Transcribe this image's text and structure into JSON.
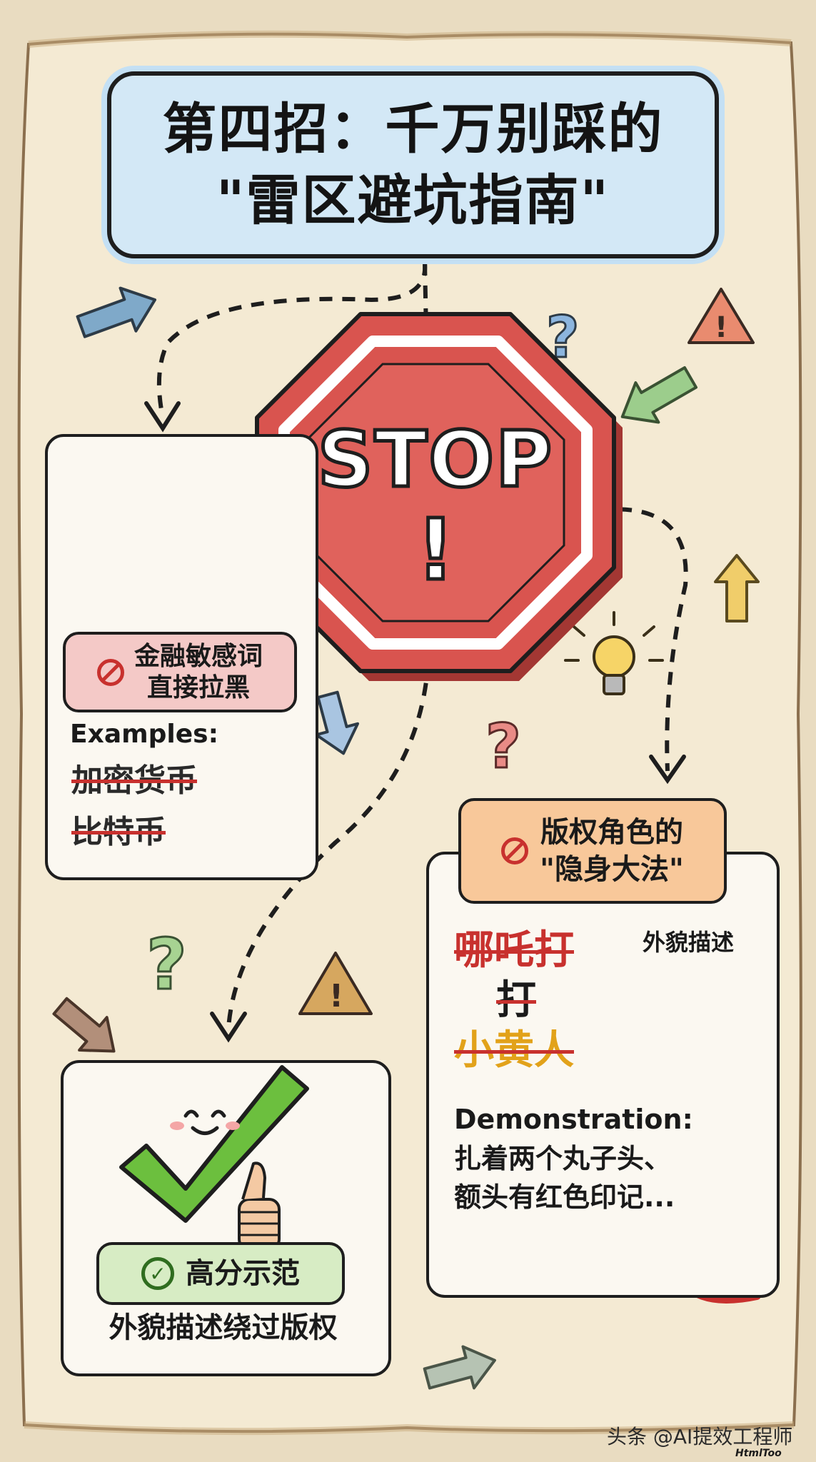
{
  "title": {
    "line1": "第四招：千万别踩的",
    "line2": "\"雷区避坑指南\""
  },
  "stop_sign": {
    "text": "STOP",
    "mark": "!"
  },
  "finance": {
    "badge_line1": "金融敏感词",
    "badge_line2": "直接拉黑",
    "examples_label": "Examples:",
    "examples": [
      "加密货币",
      "比特币"
    ]
  },
  "copyright": {
    "badge_line1": "版权角色的",
    "badge_line2": "\"隐身大法\"",
    "banned_names": [
      "哪吒打",
      "打",
      "小黄人"
    ],
    "avatar_caption": "外貌描述",
    "demo_label": "Demonstration:",
    "demo_line1": "扎着两个丸子头、",
    "demo_line2": "额头有红色印记..."
  },
  "good": {
    "badge": "高分示范",
    "caption": "外貌描述绕过版权"
  },
  "watermark": {
    "text": "头条 @AI提效工程师",
    "sub": "HtmlToo"
  },
  "icons": {
    "decorative": [
      "arrow-icon",
      "question-mark-icon",
      "warning-triangle-icon",
      "lightbulb-icon",
      "banknote-icon",
      "coin-icon",
      "ribbon-icon",
      "flame-icon",
      "hair-buns-icon"
    ],
    "ban": "ban-icon",
    "check": "check-circle-icon"
  },
  "colors": {
    "parchment": "#e9dcc1",
    "title_bg": "#d3e8f6",
    "stop_red": "#d9544f",
    "finance_pill": "#f4c9c7",
    "copyright_pill": "#f8c89a",
    "good_pill": "#d7ecc4",
    "strike_red": "#c8312e",
    "check_green": "#6cbf3e"
  }
}
